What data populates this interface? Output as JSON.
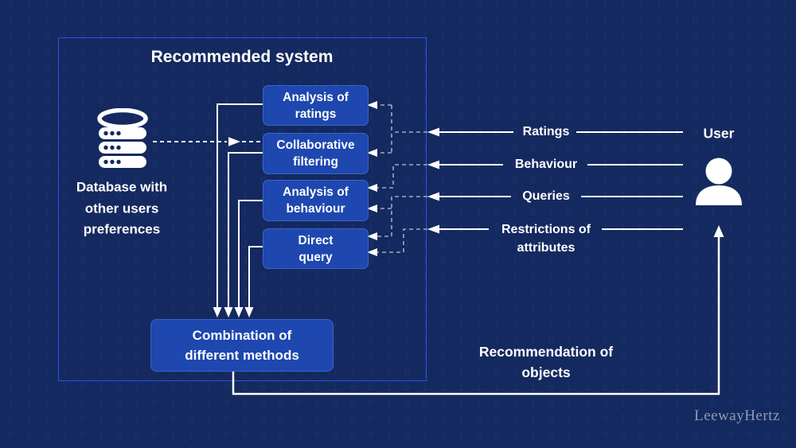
{
  "colors": {
    "background": "#14295f",
    "box_fill": "#1e47af",
    "box_border": "#3c64c8",
    "container_border": "#2a53ea",
    "solid_line": "#ffffff",
    "dashed_connector": "#9fabc0",
    "watermark_text": "#919aae"
  },
  "diagram": {
    "container_title": "Recommended system",
    "database": {
      "icon": "database-icon",
      "label_lines": [
        "Database with",
        "other users",
        "preferences"
      ]
    },
    "method_boxes": [
      {
        "lines": [
          "Analysis of",
          "ratings"
        ]
      },
      {
        "lines": [
          "Collaborative",
          "filtering"
        ]
      },
      {
        "lines": [
          "Analysis of",
          "behaviour"
        ]
      },
      {
        "lines": [
          "Direct",
          "query"
        ]
      }
    ],
    "combination_box": {
      "lines": [
        "Combination of",
        "different methods"
      ]
    },
    "input_flows": [
      {
        "label": "Ratings"
      },
      {
        "label": "Behaviour"
      },
      {
        "label": "Queries"
      },
      {
        "lines": [
          "Restrictions of",
          "attributes"
        ]
      }
    ],
    "user": {
      "label": "User",
      "icon": "user-icon"
    },
    "output_flow": {
      "lines": [
        "Recommendation of",
        "objects"
      ]
    },
    "watermark": "LeewayHertz"
  }
}
